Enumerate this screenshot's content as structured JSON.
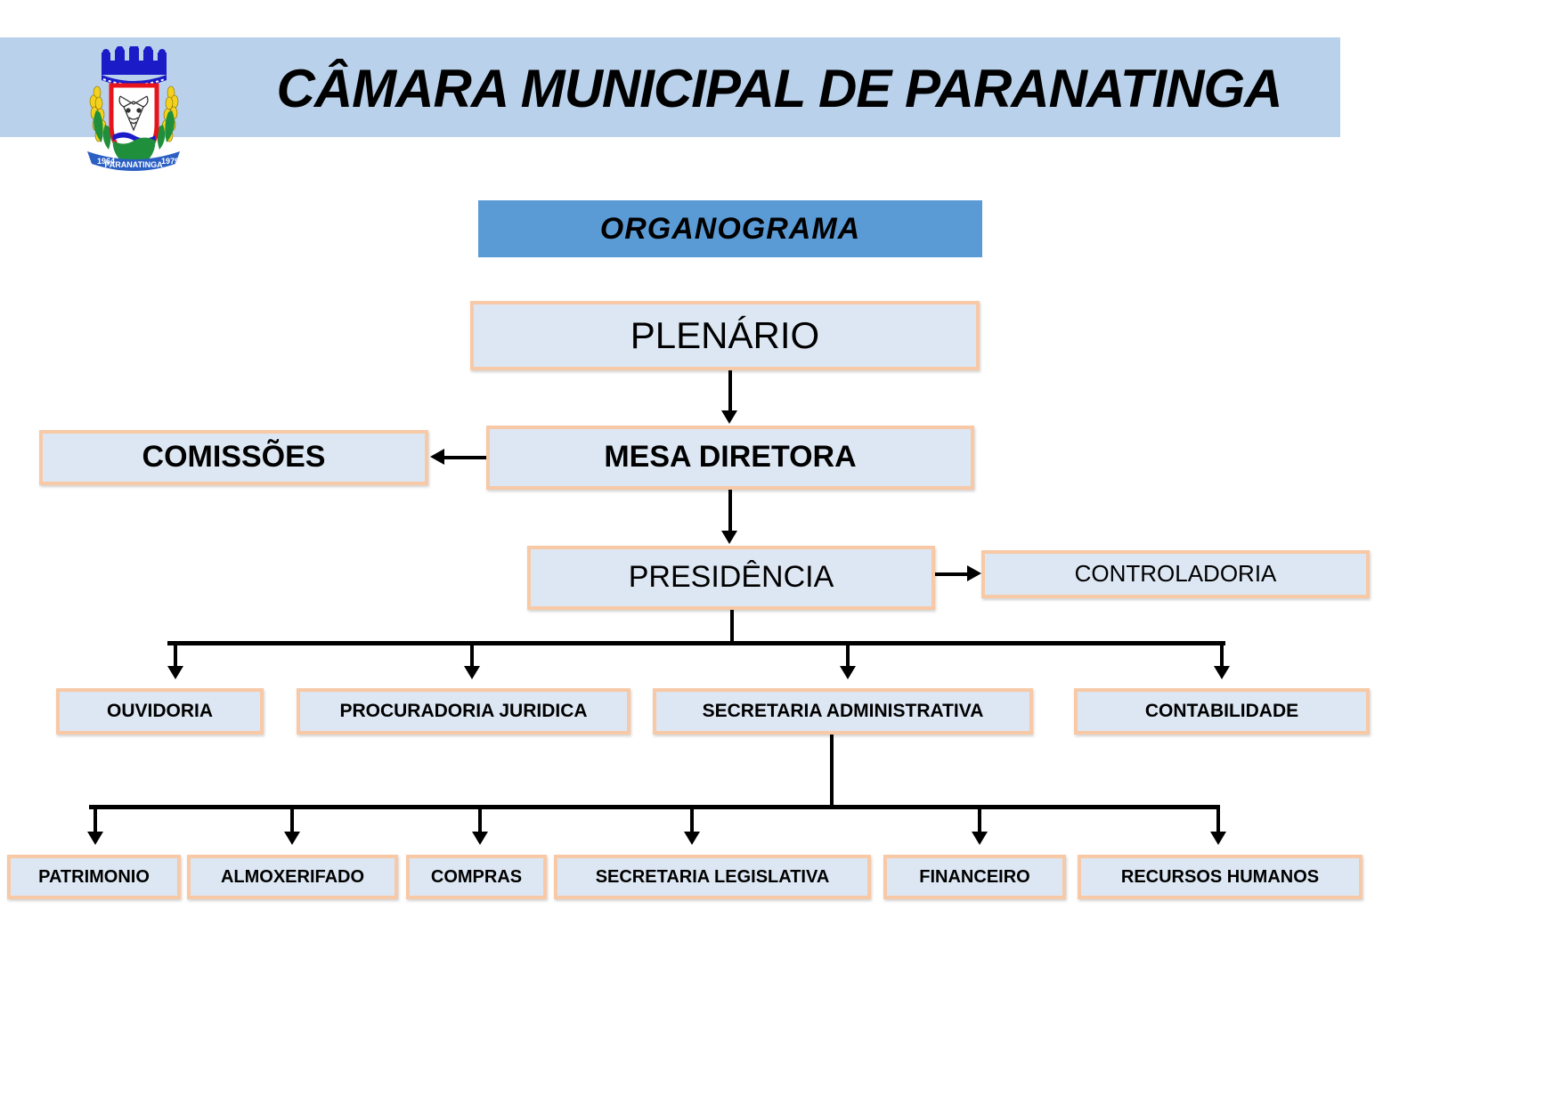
{
  "header": {
    "title": "CÂMARA MUNICIPAL DE PARANATINGA",
    "crest": {
      "name": "paranatinga-coat-of-arms",
      "ribbon_left_year": "1964",
      "ribbon_city": "PARANATINGA",
      "ribbon_right_year": "1979",
      "colors": {
        "crown": "#1b1bc8",
        "shield_border": "#e8141b",
        "water": "#1b1bc8",
        "ground": "#1f8f3b",
        "wheat": "#f2d21e",
        "leaves": "#1f8f3b",
        "ribbon": "#2b5fc4"
      }
    },
    "band_color": "#b9d1ea"
  },
  "banner": {
    "label": "ORGANOGRAMA",
    "color": "#5b9bd5"
  },
  "theme": {
    "node_fill": "#dde7f3",
    "node_border": "#f7c9a6",
    "connector": "#000000",
    "page_background": "#ffffff"
  },
  "chart_data": {
    "type": "org-chart",
    "title": "ORGANOGRAMA",
    "organization": "CÂMARA MUNICIPAL DE PARANATINGA",
    "nodes": [
      {
        "id": "plenario",
        "label": "PLENÁRIO",
        "level": 1
      },
      {
        "id": "mesa",
        "label": "MESA DIRETORA",
        "level": 2
      },
      {
        "id": "comissoes",
        "label": "COMISSÕES",
        "level": 2
      },
      {
        "id": "presidencia",
        "label": "PRESIDÊNCIA",
        "level": 3
      },
      {
        "id": "controladoria",
        "label": "CONTROLADORIA",
        "level": 3
      },
      {
        "id": "ouvidoria",
        "label": "OUVIDORIA",
        "level": 4
      },
      {
        "id": "procuradoria",
        "label": "PROCURADORIA JURIDICA",
        "level": 4
      },
      {
        "id": "secadm",
        "label": "SECRETARIA ADMINISTRATIVA",
        "level": 4
      },
      {
        "id": "contabilidade",
        "label": "CONTABILIDADE",
        "level": 4
      },
      {
        "id": "patrimonio",
        "label": "PATRIMONIO",
        "level": 5
      },
      {
        "id": "almoxerifado",
        "label": "ALMOXERIFADO",
        "level": 5
      },
      {
        "id": "compras",
        "label": "COMPRAS",
        "level": 5
      },
      {
        "id": "seclegis",
        "label": "SECRETARIA LEGISLATIVA",
        "level": 5
      },
      {
        "id": "financeiro",
        "label": "FINANCEIRO",
        "level": 5
      },
      {
        "id": "rh",
        "label": "RECURSOS HUMANOS",
        "level": 5
      }
    ],
    "edges": [
      {
        "from": "plenario",
        "to": "mesa",
        "direction": "down"
      },
      {
        "from": "mesa",
        "to": "comissoes",
        "direction": "left"
      },
      {
        "from": "mesa",
        "to": "presidencia",
        "direction": "down"
      },
      {
        "from": "presidencia",
        "to": "controladoria",
        "direction": "right"
      },
      {
        "from": "presidencia",
        "to": "ouvidoria",
        "direction": "down"
      },
      {
        "from": "presidencia",
        "to": "procuradoria",
        "direction": "down"
      },
      {
        "from": "presidencia",
        "to": "secadm",
        "direction": "down"
      },
      {
        "from": "presidencia",
        "to": "contabilidade",
        "direction": "down"
      },
      {
        "from": "secadm",
        "to": "patrimonio",
        "direction": "down"
      },
      {
        "from": "secadm",
        "to": "almoxerifado",
        "direction": "down"
      },
      {
        "from": "secadm",
        "to": "compras",
        "direction": "down"
      },
      {
        "from": "secadm",
        "to": "seclegis",
        "direction": "down"
      },
      {
        "from": "secadm",
        "to": "financeiro",
        "direction": "down"
      },
      {
        "from": "secadm",
        "to": "rh",
        "direction": "down"
      }
    ]
  }
}
